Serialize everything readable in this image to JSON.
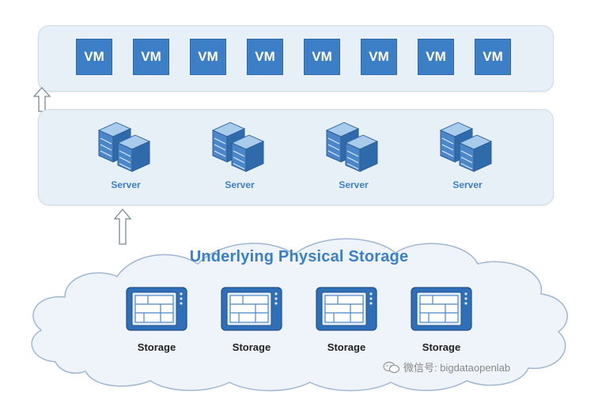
{
  "vm_panel": {
    "vms": [
      "VM",
      "VM",
      "VM",
      "VM",
      "VM",
      "VM",
      "VM",
      "VM"
    ]
  },
  "server_panel": {
    "servers": [
      "Server",
      "Server",
      "Server",
      "Server"
    ]
  },
  "storage_cloud": {
    "title": "Underlying Physical Storage",
    "storages": [
      "Storage",
      "Storage",
      "Storage",
      "Storage"
    ]
  },
  "watermark": {
    "text": "微信号: bigdataopenlab"
  },
  "colors": {
    "accent": "#3d7fc6",
    "panel_bg": "#e7eff7",
    "cloud_fill": "#eef4fa",
    "cloud_stroke": "#9fb7d3"
  },
  "icons": [
    "server-rack-icon",
    "storage-array-icon",
    "up-arrow-icon",
    "wechat-icon"
  ]
}
